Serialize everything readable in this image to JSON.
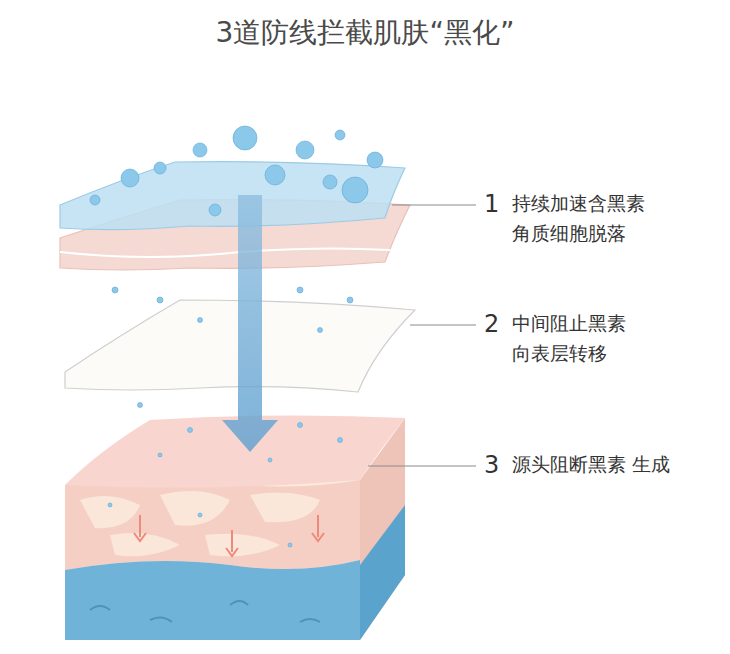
{
  "diagram": {
    "title": "3道防线拦截肌肤“黑化”",
    "labels": [
      "1",
      "持续加速含黑素 角质细胞脱落",
      "2",
      "中间阻止黑素 向表层转移",
      "3",
      "源头阻断黑素 生成"
    ]
  }
}
